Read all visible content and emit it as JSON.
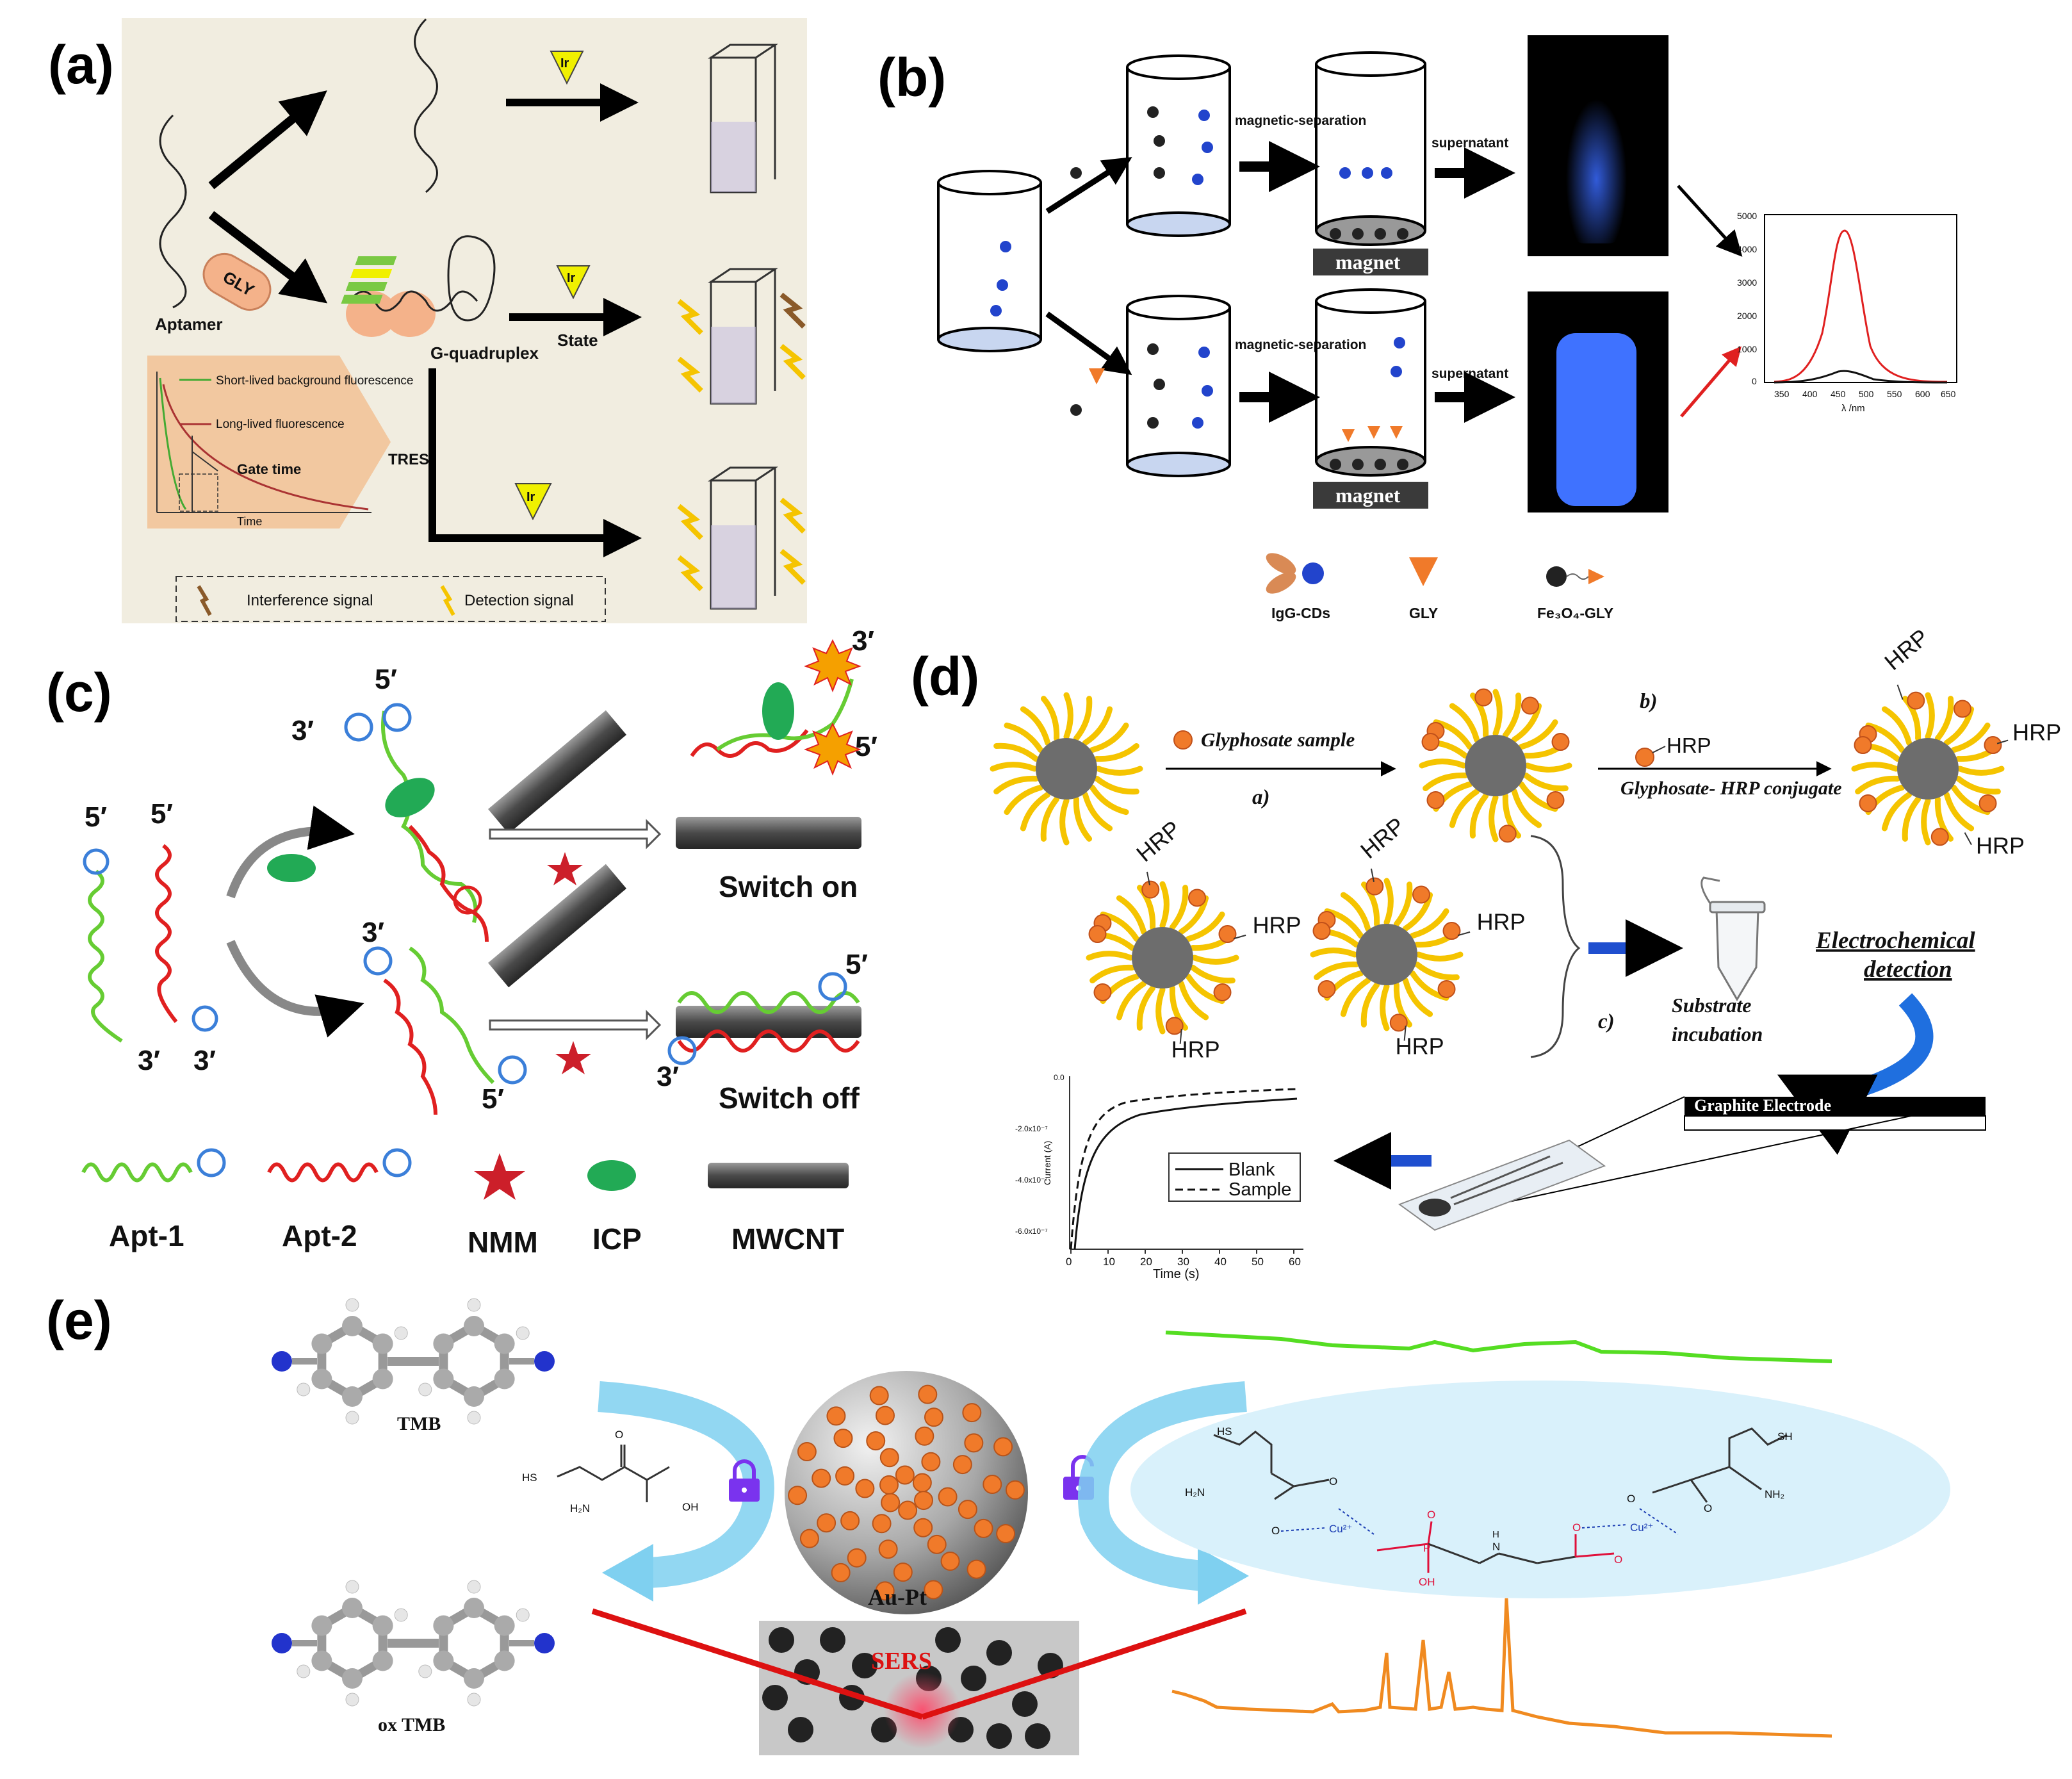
{
  "panel_labels": [
    "(a)",
    "(b)",
    "(c)",
    "(d)",
    "(e)"
  ],
  "panel_a": {
    "aptamer": "Aptamer",
    "gly": "GLY",
    "g_quadruplex": "G-quadruplex",
    "state": "State",
    "ir": "Ir",
    "tres": "TRES",
    "short_lived": "Short-lived background fluorescence",
    "long_lived": "Long-lived fluorescence",
    "gate_time": "Gate time",
    "time": "Time",
    "interference": "Interference signal",
    "detection": "Detection signal"
  },
  "panel_b": {
    "magnetic_separation": "magnetic-separation",
    "supernatant": "supernatant",
    "magnet": "magnet",
    "legend": [
      "IgG-CDs",
      "GLY",
      "Fe₃O₄-GLY"
    ],
    "spectrum_yticks": [
      "5000",
      "4000",
      "3000",
      "2000",
      "1000",
      "0"
    ],
    "spectrum_xticks": [
      "350",
      "400",
      "450",
      "500",
      "550",
      "600",
      "650"
    ],
    "spectrum_xlabel": "λ /nm"
  },
  "panel_c": {
    "five_prime": "5′",
    "three_prime": "3′",
    "switch_on": "Switch on",
    "switch_off": "Switch off",
    "legend": [
      "Apt-1",
      "Apt-2",
      "NMM",
      "ICP",
      "MWCNT"
    ]
  },
  "panel_d": {
    "glyphosate_sample": "Glyphosate sample",
    "step_a": "a)",
    "step_b": "b)",
    "step_c": "c)",
    "hrp": "HRP",
    "conjugate": "Glyphosate- HRP conjugate",
    "substrate_incubation": "Substrate incubation",
    "electrochemical_detection": "Electrochemical detection",
    "graphite_electrode": "Graphite Electrode",
    "legend_blank": "Blank",
    "legend_sample": "Sample",
    "xlabel": "Time (s)",
    "ylabel": "Current (A)",
    "xticks": [
      "0",
      "10",
      "20",
      "30",
      "40",
      "50",
      "60"
    ],
    "yticks": [
      "0.0",
      "-2.0x10⁻⁷",
      "-4.0x10⁻⁷",
      "-6.0x10⁻⁷"
    ]
  },
  "panel_e": {
    "tmb": "TMB",
    "ox_tmb": "ox TMB",
    "au_pt": "Au-Pt",
    "sers": "SERS",
    "hs": "HS",
    "sh": "SH",
    "h2n": "H₂N",
    "nh2": "NH₂",
    "oh": "OH",
    "o": "O",
    "p": "P",
    "n": "N",
    "cu": "Cu²⁺",
    "h": "H"
  },
  "colors": {
    "panel_a_bg": "#f1ede0",
    "panel_a_box": "#f2c8a0",
    "panel_b_bg": "#ffffff",
    "vial_blue": "#1a3cff",
    "apt1_green": "#66cc33",
    "apt2_red": "#e02020",
    "loop_blue": "#3b7fd9",
    "star_red": "#cc1f2a",
    "icp_green": "#22aa55",
    "hrp_orange": "#f07a2a",
    "rays_yellow": "#f5c400",
    "core_gray": "#6d6d6d",
    "e_arrow": "#7fd0f0",
    "e_green_line": "#55dd22",
    "e_orange_line": "#f08a20",
    "e_red": "#dd1111",
    "complex_bg": "#d9f1fb",
    "phosphonate_red": "#e0103a",
    "cu_blue": "#1a3cb3"
  }
}
